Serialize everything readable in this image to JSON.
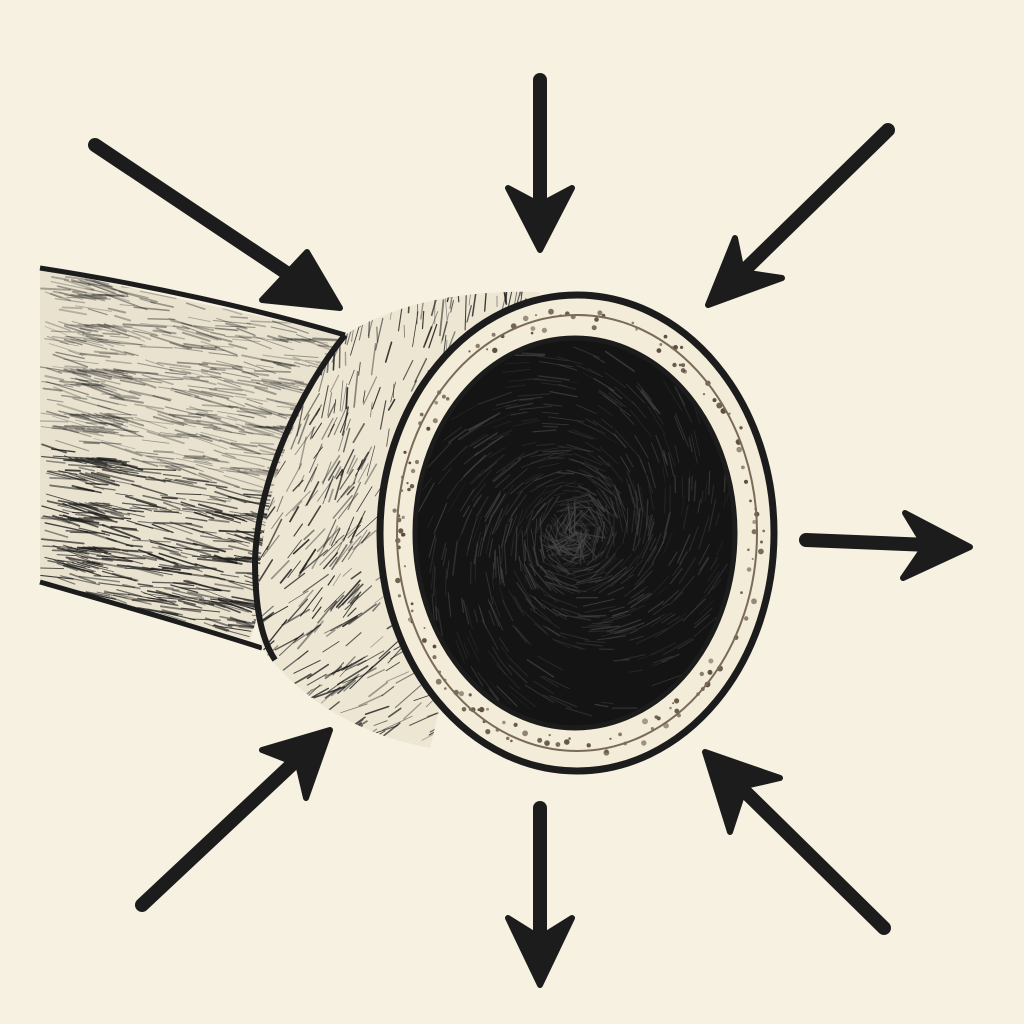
{
  "colors": {
    "paper": "#f6f1e1",
    "ink": "#1c1c1c",
    "wall": "#f3ecd8",
    "lumen": "#141414",
    "speckle": "#5a4a3a"
  },
  "icons": [
    "tube-cross-section",
    "arrow-icon"
  ],
  "arrows": [
    {
      "name": "arrow-upper-left-inward",
      "direction": "inward"
    },
    {
      "name": "arrow-top-inward",
      "direction": "inward"
    },
    {
      "name": "arrow-upper-right-inward",
      "direction": "inward"
    },
    {
      "name": "arrow-right-outward",
      "direction": "outward"
    },
    {
      "name": "arrow-lower-right-inward",
      "direction": "inward"
    },
    {
      "name": "arrow-bottom-outward",
      "direction": "outward"
    },
    {
      "name": "arrow-lower-left-inward",
      "direction": "inward"
    }
  ]
}
